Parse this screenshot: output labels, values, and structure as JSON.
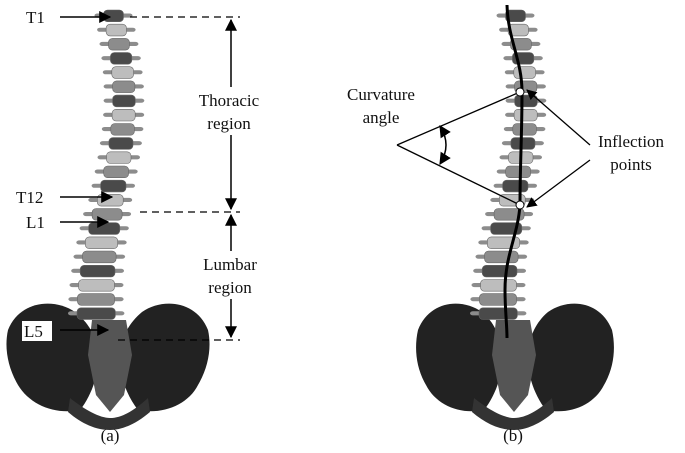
{
  "panel_a": {
    "caption": "(a)",
    "vertebra_labels": {
      "t1": "T1",
      "t12": "T12",
      "l1": "L1",
      "l5": "L5"
    },
    "regions": {
      "thoracic": {
        "line1": "Thoracic",
        "line2": "region"
      },
      "lumbar": {
        "line1": "Lumbar",
        "line2": "region"
      }
    }
  },
  "panel_b": {
    "caption": "(b)",
    "curvature_angle": {
      "line1": "Curvature",
      "line2": "angle"
    },
    "inflection_points": {
      "line1": "Inflection",
      "line2": "points"
    }
  },
  "colors": {
    "bone_light": "#bdbdbd",
    "bone_mid": "#8c8c8c",
    "bone_dark": "#4a4a4a",
    "pelvis": "#222222",
    "curve": "#000000",
    "annotation": "#000000"
  }
}
